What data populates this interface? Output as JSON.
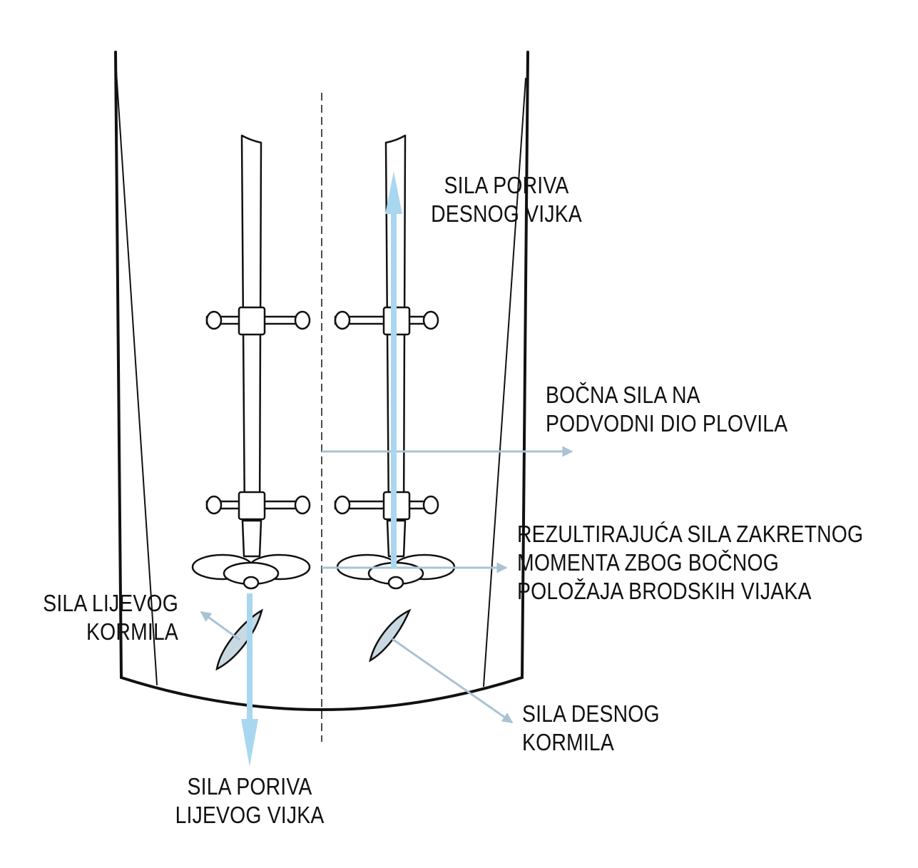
{
  "labels": {
    "right_thrust": [
      "SILA PORIVA",
      "DESNOG VIJKA"
    ],
    "lateral_force": [
      "BOČNA SILA NA",
      "PODVODNI DIO PLOVILA"
    ],
    "resultant_force": [
      "REZULTIRAJUĆA SILA ZAKRETNOG",
      "MOMENTA ZBOG BOČNOG",
      "POLOŽAJA BRODSKIH VIJAKA"
    ],
    "left_rudder": [
      "SILA LIJEVOG",
      "KORMILA"
    ],
    "right_rudder": [
      "SILA DESNOG",
      "KORMILA"
    ],
    "left_thrust": [
      "SILA PORIVA",
      "LIJEVOG VIJKA"
    ]
  },
  "colors": {
    "line": "#111111",
    "thrust_arrow": "#a9d7f0",
    "force_arrow": "#a9c3d3",
    "rudder_fill": "#c9d9e1"
  }
}
